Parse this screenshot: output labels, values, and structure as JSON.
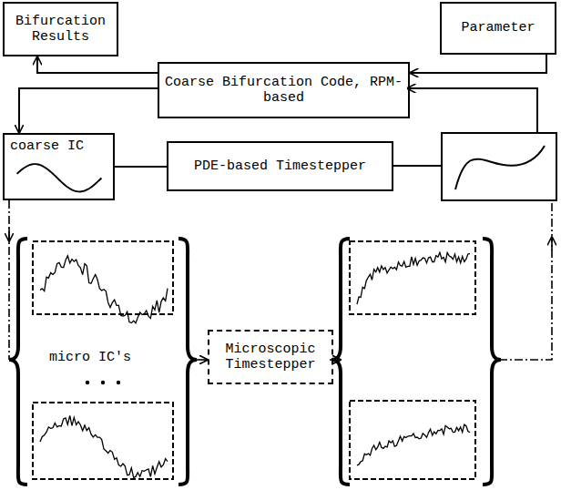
{
  "diagram": {
    "nodes": [
      {
        "text": [
          "Bifurcation Results"
        ]
      },
      {
        "text": [
          "Parameter"
        ]
      },
      {
        "text": [
          "Coarse Bifurcation Code, RPM-based"
        ]
      },
      {
        "text": [
          "coarse IC"
        ]
      },
      {
        "text": [
          "PDE-based Timestepper"
        ]
      },
      {
        "text": [
          "Microscopic Timestepper"
        ]
      }
    ],
    "edges": [
      {
        "from": 1,
        "to": 2,
        "arrow": "to"
      },
      {
        "from": 2,
        "to": 0,
        "arrow": "to"
      },
      {
        "from": 2,
        "to": 3,
        "arrow": "to"
      },
      {
        "from": 3,
        "to": 4,
        "arrow": "none"
      }
    ],
    "labels": [
      "micro IC's"
    ]
  }
}
